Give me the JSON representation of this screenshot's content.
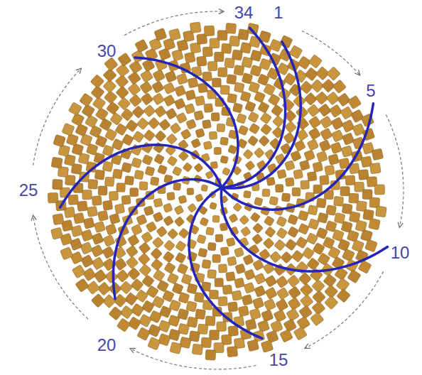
{
  "diagram": {
    "labels": [
      "34",
      "1",
      "5",
      "10",
      "15",
      "20",
      "25",
      "30"
    ]
  }
}
